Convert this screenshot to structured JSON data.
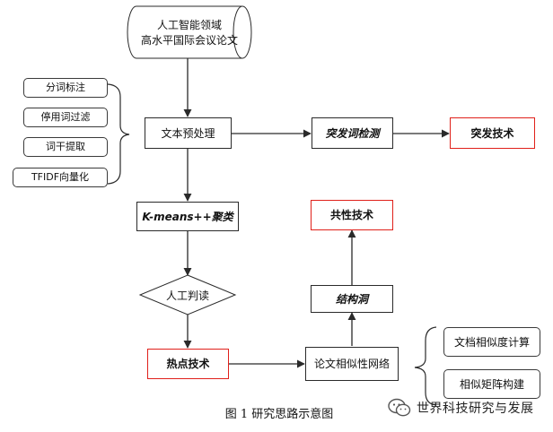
{
  "source_node": {
    "line1": "人工智能领域",
    "line2": "高水平国际会议论文"
  },
  "preprocess_steps": [
    "分词标注",
    "停用词过滤",
    "词干提取",
    "TFIDF向量化"
  ],
  "nodes": {
    "text_preprocess": "文本预处理",
    "burst_word_detection": "突发词检测",
    "burst_technology": "突发技术",
    "kmeans_clustering": "K-means++聚类",
    "manual_interpretation": "人工判读",
    "hot_technology": "热点技术",
    "paper_similarity_network": "论文相似性网络",
    "structural_hole": "结构洞",
    "common_technology": "共性技术"
  },
  "network_steps": [
    "文档相似度计算",
    "相似矩阵构建"
  ],
  "caption": "图 1  研究思路示意图",
  "watermark": "世界科技研究与发展",
  "colors": {
    "highlight_border": "#e0201a",
    "line": "#2a2a2a"
  }
}
